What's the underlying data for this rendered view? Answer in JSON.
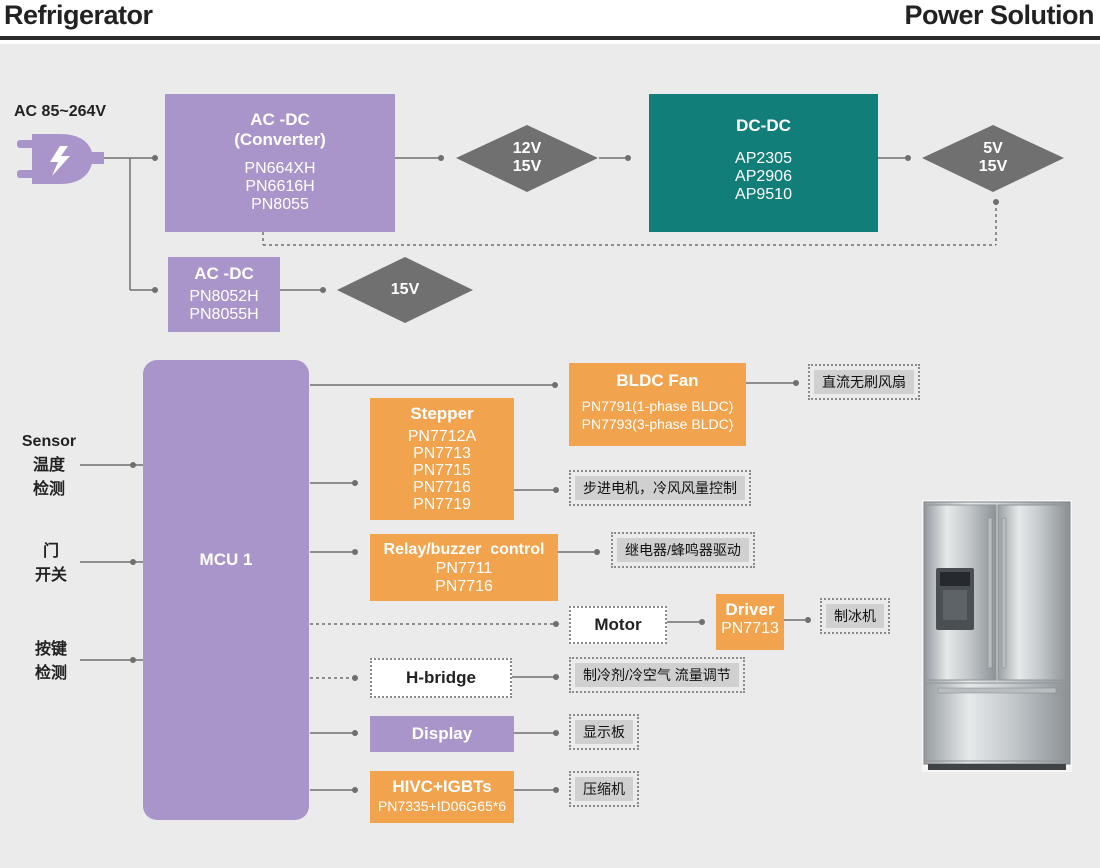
{
  "header": {
    "left_title": "Refrigerator",
    "right_title": "Power Solution"
  },
  "input": {
    "voltage_label": "AC 85~264V"
  },
  "acdc_converter": {
    "title_line1": "AC -DC",
    "title_line2": "(Converter)",
    "parts": [
      "PN664XH",
      "PN6616H",
      "PN8055"
    ]
  },
  "diamond_12v_15v": {
    "line1": "12V",
    "line2": "15V"
  },
  "dcdc": {
    "title": "DC-DC",
    "parts": [
      "AP2305",
      "AP2906",
      "AP9510"
    ]
  },
  "diamond_5v_15v": {
    "line1": "5V",
    "line2": "15V"
  },
  "acdc_small": {
    "title": "AC -DC",
    "parts": [
      "PN8052H",
      "PN8055H"
    ]
  },
  "diamond_15v": {
    "label": "15V"
  },
  "mcu": {
    "label": "MCU 1"
  },
  "inputs": {
    "sensor": [
      "Sensor",
      "温度",
      "检测"
    ],
    "door": [
      "门",
      "开关"
    ],
    "button": [
      "按键",
      "检测"
    ]
  },
  "bldc_fan": {
    "title": "BLDC Fan",
    "parts": [
      "PN7791(1-phase BLDC)",
      "PN7793(3-phase BLDC)"
    ],
    "note": "直流无刷风扇"
  },
  "stepper": {
    "title": "Stepper",
    "parts": [
      "PN7712A",
      "PN7713",
      "PN7715",
      "PN7716",
      "PN7719"
    ],
    "note": "步进电机，冷风风量控制"
  },
  "relay": {
    "title": "Relay/buzzer  control",
    "parts": [
      "PN7711",
      "PN7716"
    ],
    "note": "继电器/蜂鸣器驱动"
  },
  "motor": {
    "label": "Motor",
    "driver_title": "Driver",
    "driver_part": "PN7713",
    "note": "制冰机"
  },
  "hbridge": {
    "label": "H-bridge",
    "note": "制冷剂/冷空气 流量调节"
  },
  "display": {
    "label": "Display",
    "note": "显示板"
  },
  "hivc": {
    "title": "HIVC+IGBTs",
    "part": "PN7335+ID06G65*6",
    "note": "压缩机"
  },
  "colors": {
    "purple": "#a995c9",
    "teal": "#127e7a",
    "orange": "#f2a34e",
    "diamond": "#707070",
    "background": "#ebebeb"
  },
  "icons": {
    "plug": "power-plug-icon",
    "fridge": "refrigerator-image"
  }
}
